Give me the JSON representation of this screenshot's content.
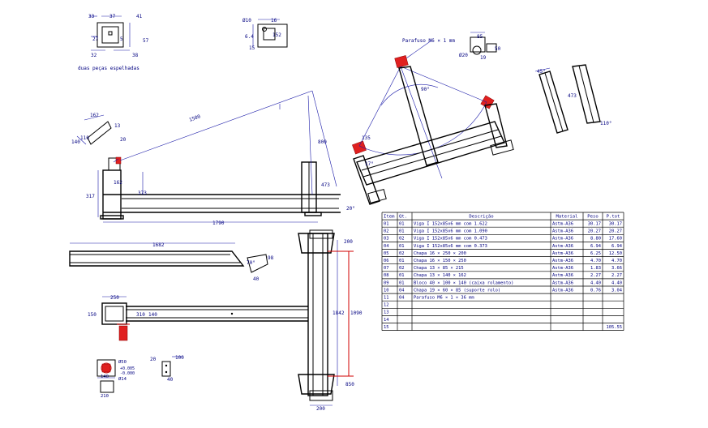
{
  "detail_note": "duas peças espelhadas",
  "callout_bolt": "Parafuso M6 × 1 mm",
  "dims": {
    "d33": "33",
    "d37": "37",
    "d41": "41",
    "d27": "27",
    "d5": "5",
    "d57": "57",
    "d32": "32",
    "d38": "38",
    "d10": "Ø10",
    "d16": "16",
    "d64": "6.4",
    "d152": "152",
    "d15": "15",
    "d1500": "1500",
    "d800": "800",
    "d473": "473",
    "d1790": "1790",
    "d317": "317",
    "d162": "162",
    "d373": "373",
    "a20": "20°",
    "a90": "90°",
    "d135": "135",
    "a17": "17°",
    "b162": "162",
    "b13": "13",
    "b140": "140",
    "b110": "110",
    "b20": "20",
    "c85": "85",
    "c20": "Ø20",
    "c19": "19",
    "c50": "50",
    "a45": "45°",
    "d473b": "473",
    "a110": "110°",
    "e1682": "1682",
    "e70": "70°",
    "e40": "40",
    "e98": "98",
    "f250": "250",
    "f150": "150",
    "f310": "310",
    "f140": "140",
    "g1842": "1842",
    "g1090": "1090",
    "g200a": "200",
    "g200b": "200",
    "g850": "850",
    "h050": "Ø50",
    "h0005": "+0.005",
    "h0000": "-0.000",
    "h014": "Ø14",
    "h140": "140",
    "h210": "210",
    "i20": "20",
    "i100": "100",
    "i40": "40"
  },
  "bom": {
    "headers": [
      "Item",
      "Qt.",
      "Descrição",
      "Material",
      "Peso",
      "P.tot"
    ],
    "rows": [
      [
        "01",
        "01",
        "Viga I 152x85x6 mm com 1.622",
        "Astm-A36",
        "30.17",
        "30.17"
      ],
      [
        "02",
        "01",
        "Viga I 152x85x6 mm com 1.090",
        "Astm-A36",
        "20.27",
        "20.27"
      ],
      [
        "03",
        "02",
        "Viga I 152x85x6 mm com 0.473",
        "Astm-A36",
        "8.80",
        "17.60"
      ],
      [
        "04",
        "01",
        "Viga I 152x85x6 mm com 0.373",
        "Astm-A36",
        "6.94",
        "6.94"
      ],
      [
        "05",
        "02",
        "Chapa 16 × 250 × 200",
        "Astm-A36",
        "6.25",
        "12.50"
      ],
      [
        "06",
        "01",
        "Chapa 16 × 150 × 250",
        "Astm-A36",
        "4.70",
        "4.70"
      ],
      [
        "07",
        "02",
        "Chapa 13 × 85 × 215",
        "Astm-A36",
        "1.83",
        "3.66"
      ],
      [
        "08",
        "01",
        "Chapa 13 × 140 × 162",
        "Astm-A36",
        "2.27",
        "2.27"
      ],
      [
        "09",
        "01",
        "Bloco 40 × 100 × 140 (caixa rolamento)",
        "Astm-A36",
        "4.40",
        "4.40"
      ],
      [
        "10",
        "04",
        "Chapa 19 × 60 × 85 (suporte rolo)",
        "Astm-A36",
        "0.76",
        "3.04"
      ],
      [
        "11",
        "04",
        "Parafuso M6 × 1 × 36 mm",
        "",
        "",
        ""
      ],
      [
        "12",
        "",
        "",
        "",
        "",
        ""
      ],
      [
        "13",
        "",
        "",
        "",
        "",
        ""
      ],
      [
        "14",
        "",
        "",
        "",
        "",
        ""
      ],
      [
        "15",
        "",
        "",
        "",
        "",
        "105.55"
      ]
    ]
  }
}
